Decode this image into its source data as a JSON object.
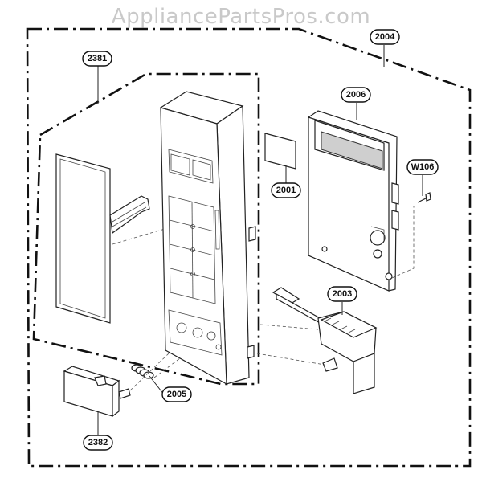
{
  "watermark": "AppliancePartsPros.com",
  "parts": {
    "p2004": "2004",
    "p2381": "2381",
    "p2006": "2006",
    "p2001": "2001",
    "pW106": "W106",
    "p2003": "2003",
    "p2005": "2005",
    "p2382": "2382"
  }
}
